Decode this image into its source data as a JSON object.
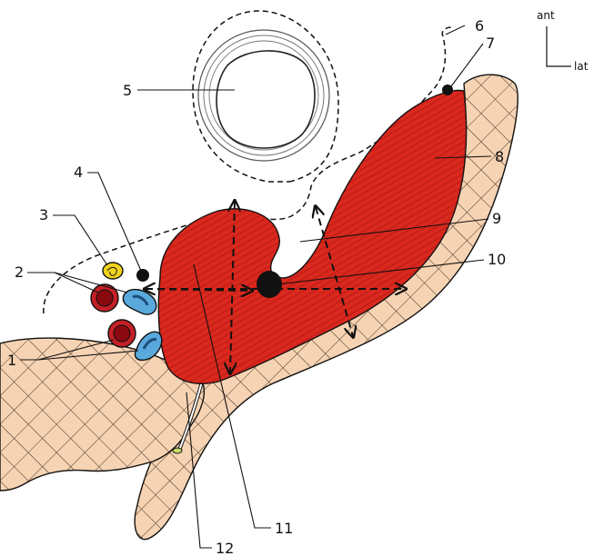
{
  "labels": {
    "l1": "1",
    "l2": "2",
    "l3": "3",
    "l4": "4",
    "l5": "5",
    "l6": "6",
    "l7": "7",
    "l8": "8",
    "l9": "9",
    "l10": "10",
    "l11": "11",
    "l12": "12"
  },
  "orientation": {
    "ant": "ant",
    "lat": "lat"
  },
  "colors": {
    "muscle": "#d9281e",
    "bone": "#f6d3b3",
    "artery": "#c42026",
    "vein": "#5aa9dc",
    "nerve": "#f2d21c",
    "node": "#111111"
  }
}
